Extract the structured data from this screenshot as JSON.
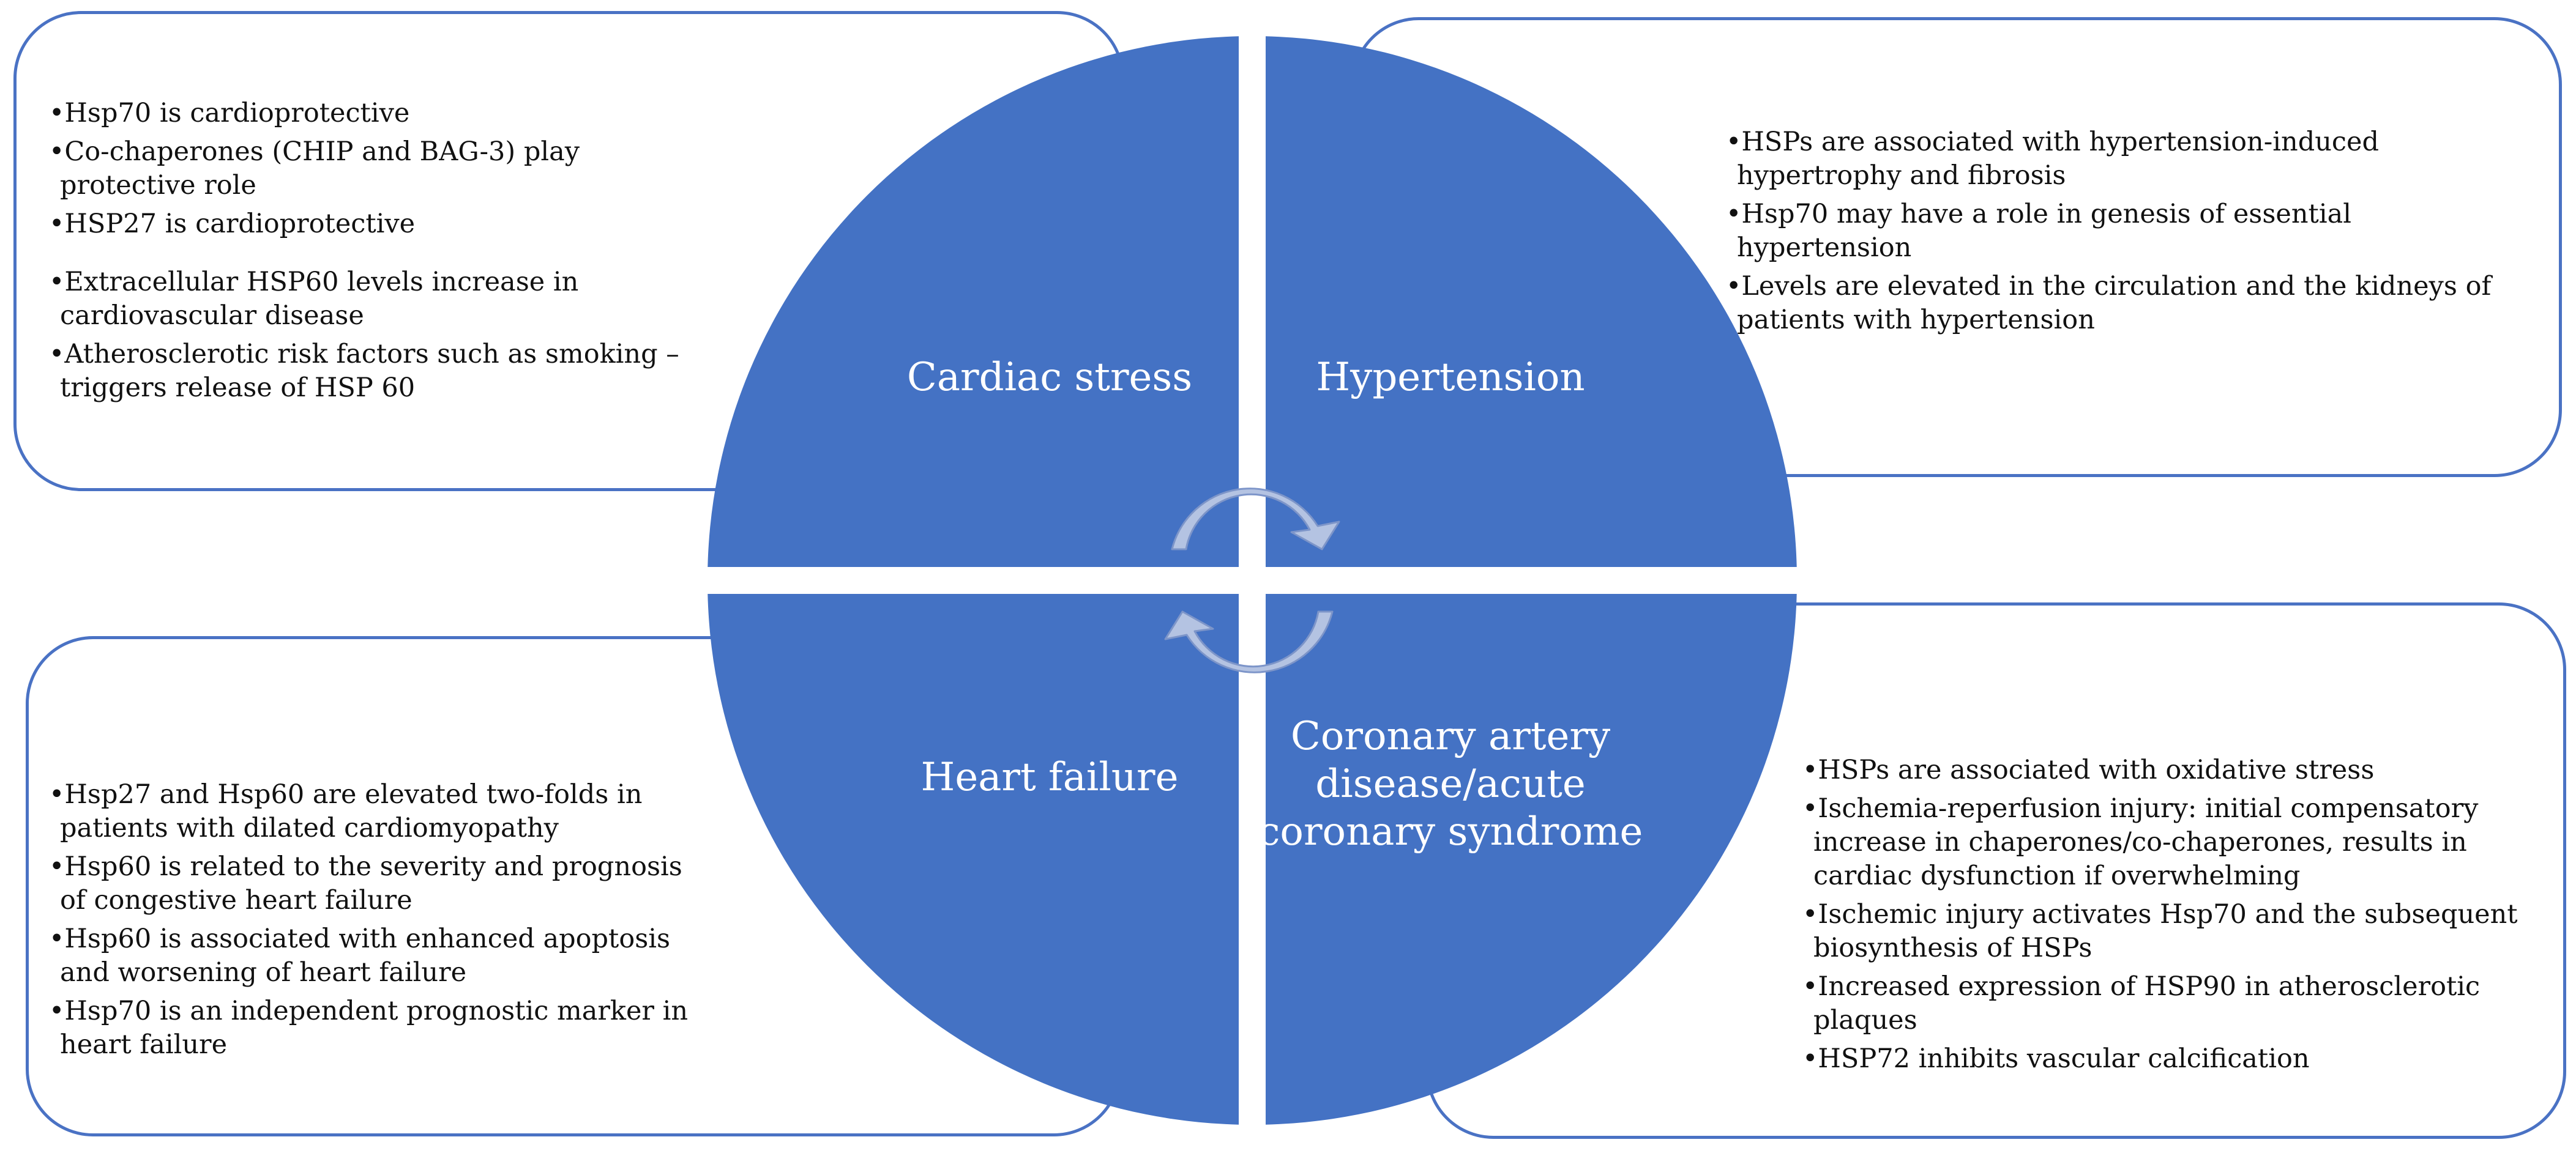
{
  "quadrants": {
    "top_left": {
      "title": "Cardiac stress",
      "bullets": [
        "Hsp70 is cardioprotective",
        "Co-chaperones (CHIP and BAG-3) play protective role",
        "HSP27 is cardioprotective",
        "Extracellular HSP60 levels increase in cardiovascular disease",
        "Atherosclerotic risk factors such as smoking – triggers release of HSP 60"
      ]
    },
    "top_right": {
      "title": "Hypertension",
      "bullets": [
        "HSPs are associated with hypertension-induced hypertrophy and fibrosis",
        "Hsp70 may have a role in genesis of essential hypertension",
        "Levels are elevated in the circulation and the kidneys of patients with hypertension"
      ]
    },
    "bottom_left": {
      "title": "Heart failure",
      "bullets": [
        "Hsp27 and Hsp60 are elevated two-folds in patients with dilated cardiomyopathy",
        "Hsp60 is related to the severity and prognosis of congestive heart failure",
        "Hsp60 is associated with enhanced apoptosis and worsening of heart failure",
        "Hsp70 is an independent prognostic marker in heart failure"
      ]
    },
    "bottom_right": {
      "title": "Coronary artery disease/acute coronary syndrome",
      "bullets": [
        "HSPs are associated with oxidative stress",
        "Ischemia-reperfusion injury: initial compensatory increase in chaperones/co-chaperones, results in cardiac dysfunction if overwhelming",
        "Ischemic injury activates Hsp70 and the subsequent biosynthesis of HSPs",
        "Increased expression of HSP90 in atherosclerotic plaques",
        "HSP72 inhibits vascular calcification"
      ]
    }
  },
  "colors": {
    "wheel": "#4472c4",
    "panel_border": "#4a72c4",
    "arrow_fill": "#b4c3e2",
    "arrow_stroke": "#7d95c9"
  },
  "icons": [
    "cycle-arrow-top-icon",
    "cycle-arrow-bottom-icon"
  ]
}
